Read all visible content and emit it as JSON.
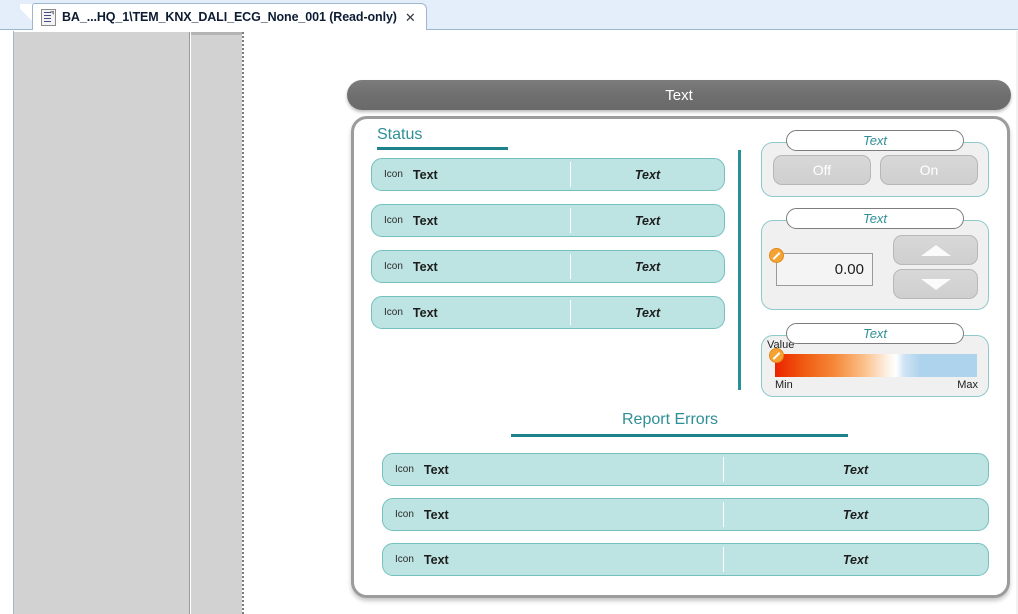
{
  "window": {
    "tab": {
      "label": "BA_...HQ_1\\TEM_KNX_DALI_ECG_None_001 (Read-only)",
      "close_label": "✕",
      "icon": "document-icon"
    }
  },
  "panel": {
    "header_title": "Text",
    "status_section": {
      "heading": "Status",
      "rows": [
        {
          "icon": "Icon",
          "name": "Text",
          "value": "Text"
        },
        {
          "icon": "Icon",
          "name": "Text",
          "value": "Text"
        },
        {
          "icon": "Icon",
          "name": "Text",
          "value": "Text"
        },
        {
          "icon": "Icon",
          "name": "Text",
          "value": "Text"
        }
      ]
    },
    "report_section": {
      "heading": "Report Errors",
      "rows": [
        {
          "icon": "Icon",
          "name": "Text",
          "value": "Text"
        },
        {
          "icon": "Icon",
          "name": "Text",
          "value": "Text"
        },
        {
          "icon": "Icon",
          "name": "Text",
          "value": "Text"
        }
      ]
    },
    "controls": {
      "switch_group": {
        "pill_label": "Text",
        "off_label": "Off",
        "on_label": "On"
      },
      "spinner_group": {
        "pill_label": "Text",
        "value": "0.00",
        "up_icon": "triangle-up-icon",
        "down_icon": "triangle-down-icon",
        "disabled_icon": "no-entry-icon"
      },
      "gradient_group": {
        "pill_label": "Text",
        "value_label": "Value",
        "min_label": "Min",
        "max_label": "Max",
        "disabled_icon": "no-entry-icon"
      }
    }
  },
  "colors": {
    "teal_heading": "#2f8f97",
    "teal_rule": "#1f8189",
    "row_fill": "#bde4e2",
    "row_border": "#74c0bd",
    "header_gray": "#6f6f6f",
    "tabstrip_blue": "#e3eefa",
    "pane_gray": "#d2d2d2",
    "gradient_start": "#ec2200",
    "gradient_end": "#aed3ec",
    "warn_orange": "#f5a335"
  }
}
